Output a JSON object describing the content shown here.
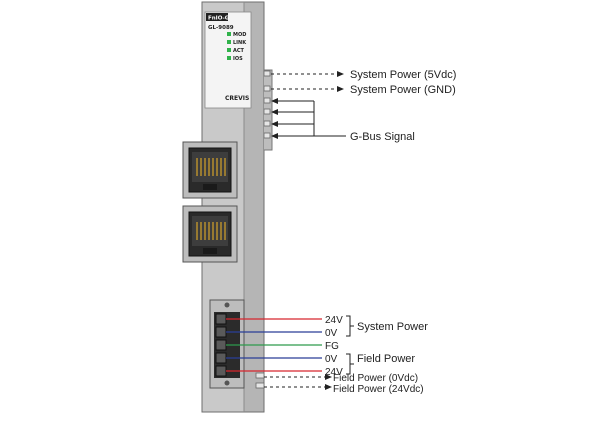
{
  "module": {
    "title": "FnIO-G",
    "model": "GL-9089",
    "leds": [
      "MOD",
      "LINK",
      "ACT",
      "IOS"
    ],
    "brand": "CREVIS",
    "led_color": "#2fb24a"
  },
  "right_labels": {
    "system_power_5v": "System Power (5Vdc)",
    "system_power_gnd": "System Power (GND)",
    "gbus_signal": "G-Bus Signal"
  },
  "terminal": {
    "label_24v_top": "24V",
    "label_0v_top": "0V",
    "label_fg": "FG",
    "label_0v_bottom": "0V",
    "label_24v_bottom": "24V",
    "system_power": "System Power",
    "field_power": "Field Power",
    "field_power_0v": "Field Power (0Vdc)",
    "field_power_24v": "Field Power (24Vdc)"
  },
  "colors": {
    "red": "#d8262e",
    "blue": "#2a3f98",
    "green": "#2e9a4c",
    "body": "#c9c9c9",
    "body_dark": "#a8a8a8"
  }
}
